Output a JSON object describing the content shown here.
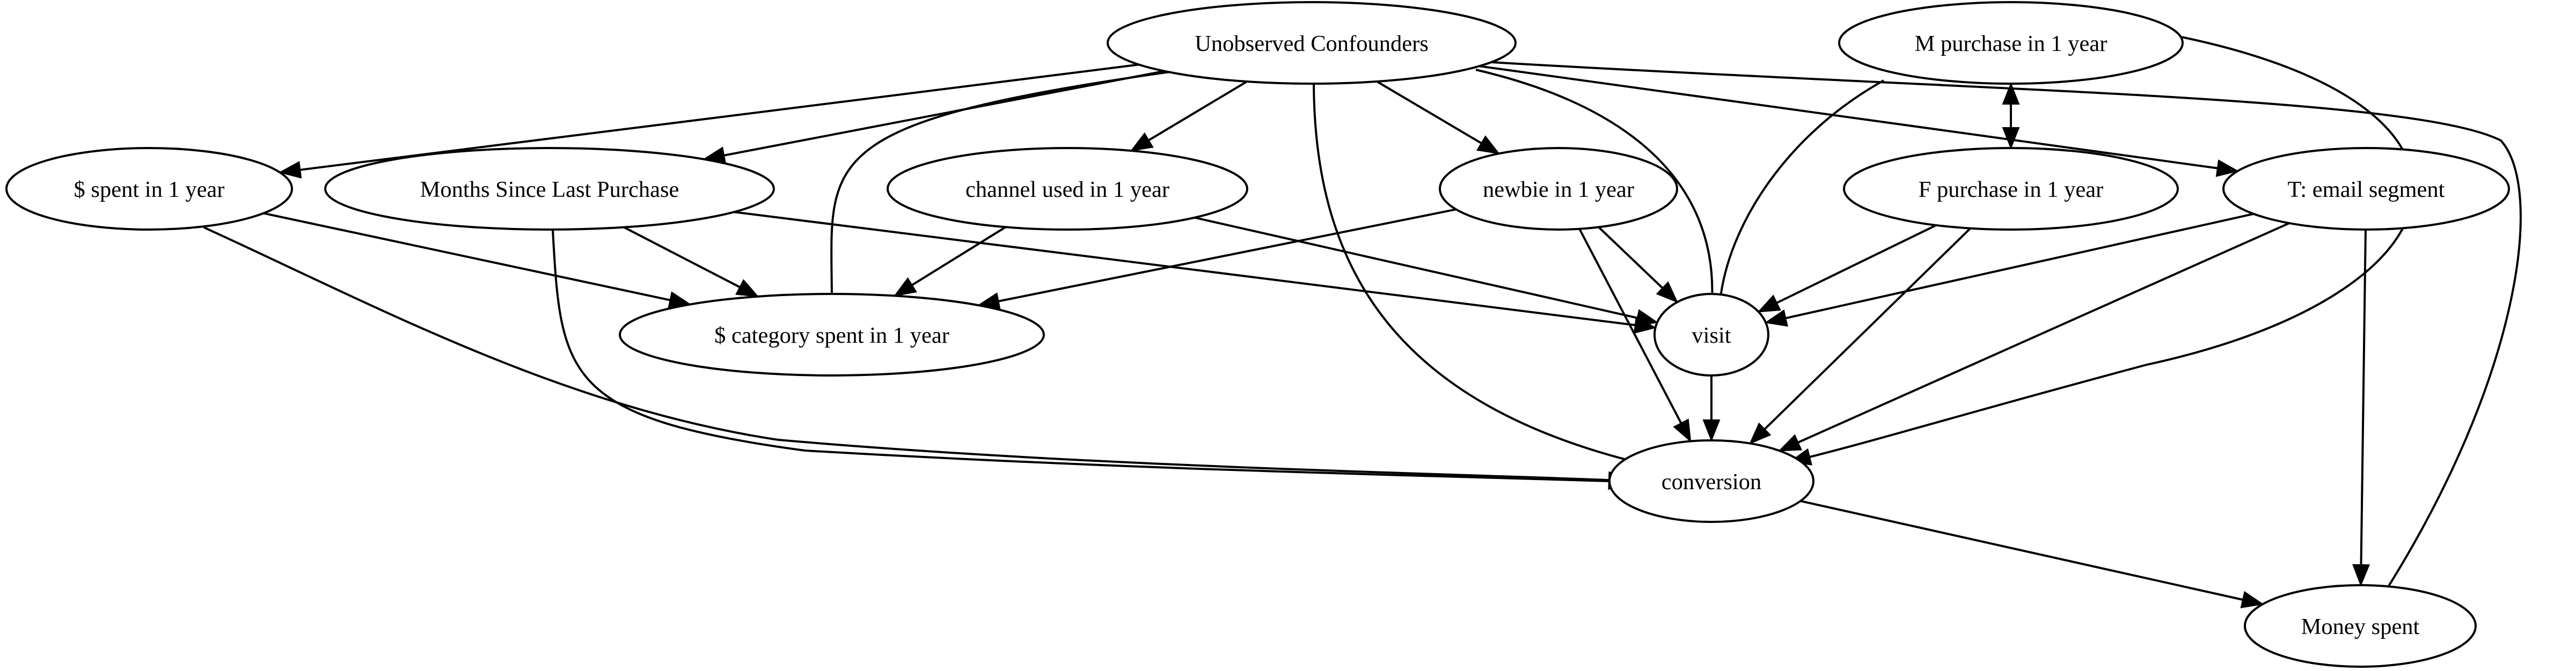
{
  "diagram": {
    "nodes": {
      "uc": "Unobserved Confounders",
      "mp": "M purchase in 1 year",
      "sp": "$ spent in 1 year",
      "msl": "Months Since Last Purchase",
      "ch": "channel used in 1 year",
      "nb": "newbie in 1 year",
      "fp": "F purchase in 1 year",
      "em": "T: email segment",
      "cat": "$ category spent in 1 year",
      "vi": "visit",
      "cv": "conversion",
      "ms": "Money spent"
    },
    "edges": [
      {
        "from": "uc",
        "to": "sp"
      },
      {
        "from": "uc",
        "to": "msl"
      },
      {
        "from": "uc",
        "to": "cat"
      },
      {
        "from": "uc",
        "to": "ch"
      },
      {
        "from": "uc",
        "to": "nb"
      },
      {
        "from": "uc",
        "to": "cv"
      },
      {
        "from": "uc",
        "to": "vi"
      },
      {
        "from": "uc",
        "to": "em"
      },
      {
        "from": "uc",
        "to": "ms"
      },
      {
        "from": "mp",
        "to": "fp",
        "bidirectional": true
      },
      {
        "from": "mp",
        "to": "vi"
      },
      {
        "from": "mp",
        "to": "cv"
      },
      {
        "from": "sp",
        "to": "cat"
      },
      {
        "from": "sp",
        "to": "cv"
      },
      {
        "from": "msl",
        "to": "cat"
      },
      {
        "from": "msl",
        "to": "vi"
      },
      {
        "from": "msl",
        "to": "cv"
      },
      {
        "from": "ch",
        "to": "cat"
      },
      {
        "from": "ch",
        "to": "vi"
      },
      {
        "from": "nb",
        "to": "cat"
      },
      {
        "from": "nb",
        "to": "vi"
      },
      {
        "from": "nb",
        "to": "cv"
      },
      {
        "from": "fp",
        "to": "vi"
      },
      {
        "from": "fp",
        "to": "cv"
      },
      {
        "from": "em",
        "to": "vi"
      },
      {
        "from": "em",
        "to": "cv"
      },
      {
        "from": "em",
        "to": "ms"
      },
      {
        "from": "vi",
        "to": "cv"
      },
      {
        "from": "cv",
        "to": "ms"
      }
    ]
  }
}
